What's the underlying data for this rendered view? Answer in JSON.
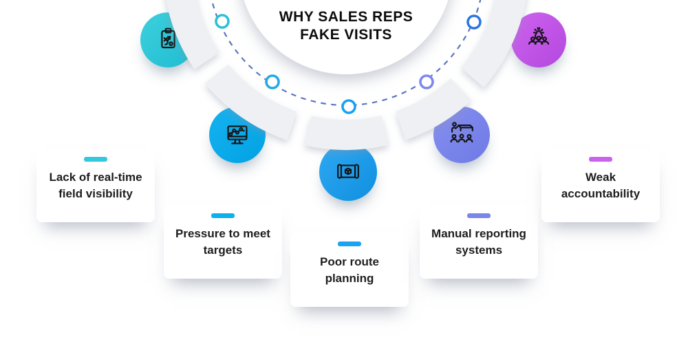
{
  "title": {
    "line1": "WHY SALES REPS",
    "line2": "FAKE VISITS"
  },
  "items": [
    {
      "label_line1": "Lack of real-time",
      "label_line2": "field visibility",
      "icon": "strategy-clipboard-icon",
      "accent_color": "#33c9db",
      "circle_color_start": "#3dd0dd",
      "circle_color_end": "#1fbcd2",
      "dot_color": "#2cc0d6"
    },
    {
      "label_line1": "Pressure to meet",
      "label_line2": "targets",
      "icon": "analytics-monitor-icon",
      "accent_color": "#0fb0ee",
      "circle_color_start": "#17b2ef",
      "circle_color_end": "#00a2e4",
      "dot_color": "#23a9e6"
    },
    {
      "label_line1": "Poor route",
      "label_line2": "planning",
      "icon": "route-map-icon",
      "accent_color": "#1da2f3",
      "circle_color_start": "#2ea8f2",
      "circle_color_end": "#1090e0",
      "dot_color": "#16a2f0"
    },
    {
      "label_line1": "Manual reporting",
      "label_line2": "systems",
      "icon": "presentation-board-icon",
      "accent_color": "#7b86ea",
      "circle_color_start": "#8791f1",
      "circle_color_end": "#6e79e5",
      "dot_color": "#7d87ec"
    },
    {
      "label_line1": "Weak",
      "label_line2": "accountability",
      "icon": "team-gear-icon",
      "accent_color": "#cb62ee",
      "circle_color_start": "#ce62ef",
      "circle_color_end": "#b348de",
      "dot_color": "#2e77e3"
    }
  ],
  "decor": {
    "dash_color": "#5b74c0",
    "band_color": "#eef0f3",
    "background_color": "#ffffff",
    "icon_stroke_color": "#141414"
  }
}
